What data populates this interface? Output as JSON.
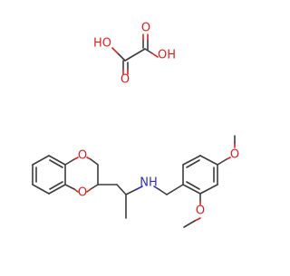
{
  "colors": {
    "background": "#ffffff",
    "bond": "#3c3c3c",
    "oxygen": "#e02020",
    "nitrogen": "#3030c0"
  },
  "oxalic_acid": {
    "hydroxyl_left": "HO",
    "hydroxyl_right": "OH",
    "carbonyl_o_left": "O",
    "carbonyl_o_right": "O"
  },
  "amine_molecule": {
    "ring_o_top": "O",
    "ring_o_bottom": "O",
    "amine_nh": "NH",
    "methoxy_o_top": "O",
    "methoxy_o_bottom": "O"
  }
}
